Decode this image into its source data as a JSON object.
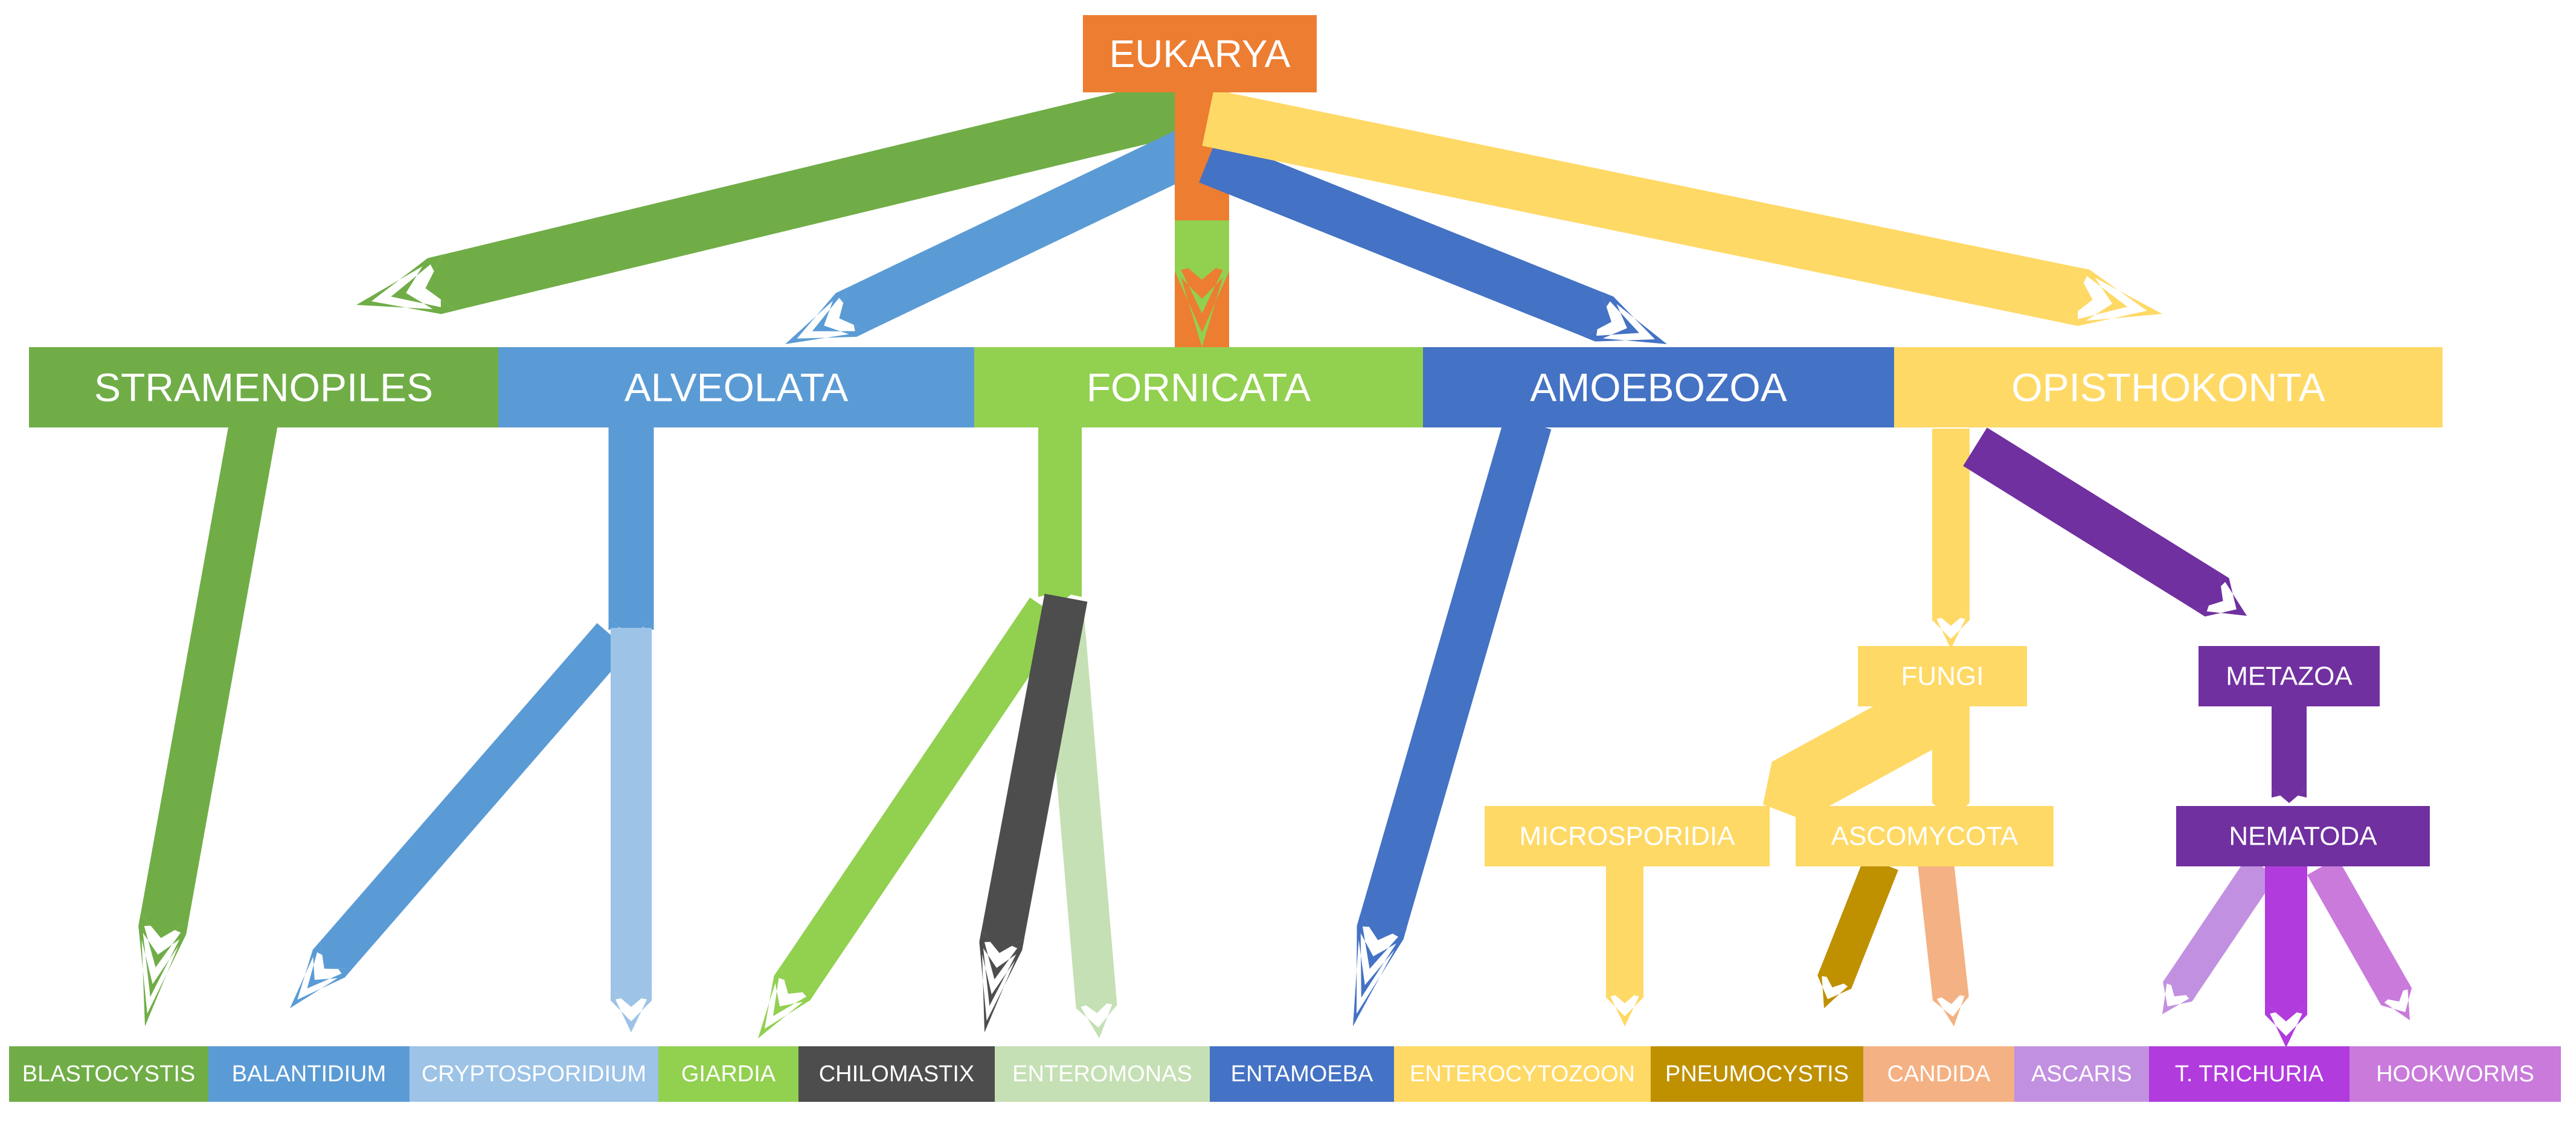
{
  "nodes": {
    "eukarya": {
      "label": "EUKARYA",
      "color": "#ED7D31"
    },
    "stramenopiles": {
      "label": "STRAMENOPILES",
      "color": "#70AD47"
    },
    "alveolata": {
      "label": "ALVEOLATA",
      "color": "#5B9BD5"
    },
    "fornicata": {
      "label": "FORNICATA",
      "color": "#92D050"
    },
    "amoebozoa": {
      "label": "AMOEBOZOA",
      "color": "#4472C4"
    },
    "opisthokonta": {
      "label": "OPISTHOKONTA",
      "color": "#FFD966"
    },
    "fungi": {
      "label": "FUNGI",
      "color": "#FFD966"
    },
    "metazoa": {
      "label": "METAZOA",
      "color": "#7030A0"
    },
    "microsporidia": {
      "label": "MICROSPORIDIA",
      "color": "#FFD966"
    },
    "ascomycota": {
      "label": "ASCOMYCOTA",
      "color": "#FFD966"
    },
    "nematoda": {
      "label": "NEMATODA",
      "color": "#7030A0"
    }
  },
  "leaves": [
    {
      "label": "BLASTOCYSTIS",
      "color": "#70AD47"
    },
    {
      "label": "BALANTIDIUM",
      "color": "#5B9BD5"
    },
    {
      "label": "CRYPTOSPORIDIUM",
      "color": "#9DC3E6"
    },
    {
      "label": "GIARDIA",
      "color": "#92D050"
    },
    {
      "label": "CHILOMASTIX",
      "color": "#4D4D4D"
    },
    {
      "label": "ENTEROMONAS",
      "color": "#C5E0B4"
    },
    {
      "label": "ENTAMOEBA",
      "color": "#4472C4"
    },
    {
      "label": "ENTEROCYTOZOON",
      "color": "#FFD966"
    },
    {
      "label": "PNEUMOCYSTIS",
      "color": "#BF9000"
    },
    {
      "label": "CANDIDA",
      "color": "#F4B183"
    },
    {
      "label": "ASCARIS",
      "color": "#C290E0"
    },
    {
      "label": "T. TRICHURIA",
      "color": "#B13BDD"
    },
    {
      "label": "HOOKWORMS",
      "color": "#C97ADB"
    }
  ]
}
